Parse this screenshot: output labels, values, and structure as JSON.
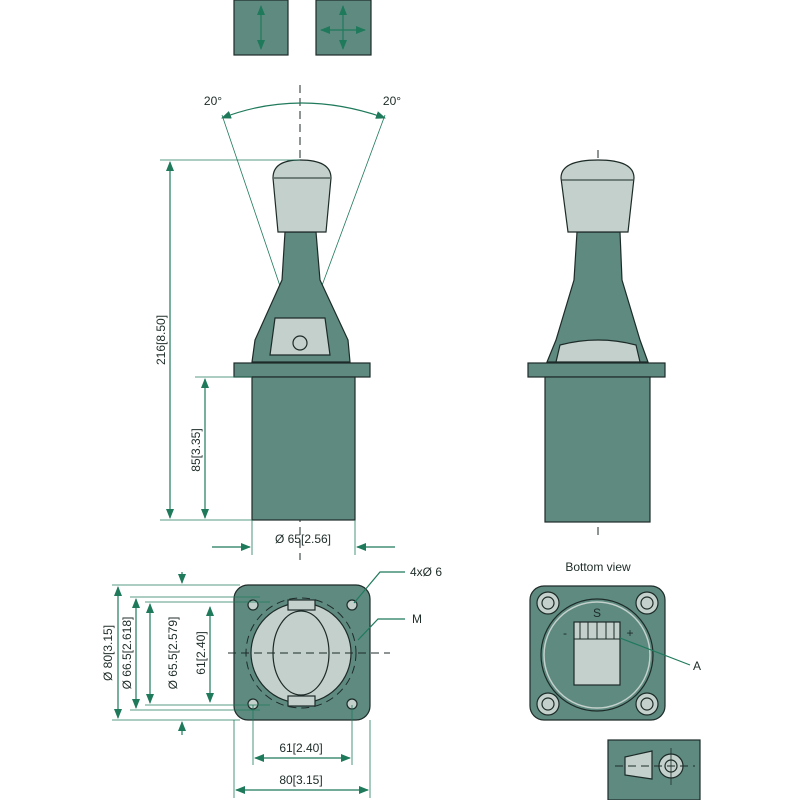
{
  "angles": {
    "left": "20°",
    "right": "20°"
  },
  "dimensions": {
    "total_height": "216[8.50]",
    "housing_height": "85[3.35]",
    "housing_diameter": "Ø 65[2.56]",
    "flange_diameter": "Ø 80[3.15]",
    "diameter_66_5": "Ø 66.5[2.618]",
    "diameter_65_5": "Ø 65.5[2.579]",
    "hole_spacing_vertical": "61[2.40]",
    "hole_spacing_horizontal": "61[2.40]",
    "flange_width": "80[3.15]",
    "holes": "4xØ 6",
    "label_m": "M"
  },
  "bottom_view": {
    "title": "Bottom view",
    "label_s": "S",
    "label_minus": "-",
    "label_plus": "+",
    "label_a": "A"
  },
  "colors": {
    "body": "#5f8a80",
    "light": "#c3d0cb",
    "dimension": "#1f7a5c"
  }
}
